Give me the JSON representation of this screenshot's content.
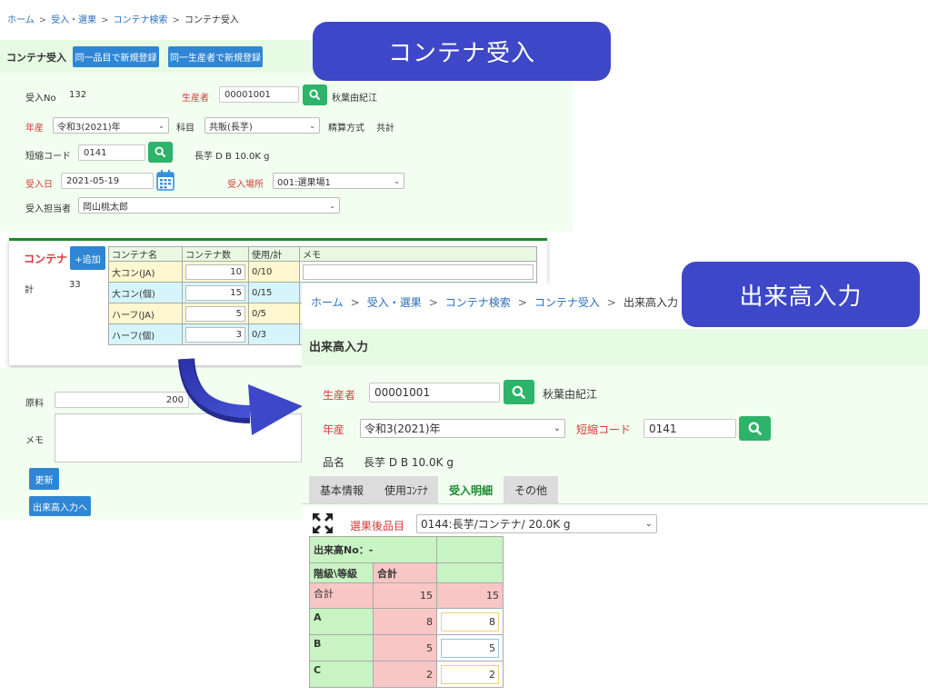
{
  "left": {
    "breadcrumb": [
      "ホーム",
      "受入・選果",
      "コンテナ検索",
      "コンテナ受入"
    ],
    "title": "コンテナ受入",
    "buttons": {
      "same_item": "同一品目で新規登録",
      "same_producer": "同一生産者で新規登録"
    },
    "form": {
      "receipt_no_label": "受入No",
      "receipt_no": "132",
      "producer_label": "生産者",
      "producer_code": "00001001",
      "producer_name": "秋葉由紀江",
      "year_label": "年産",
      "year_value": "令和3(2021)年",
      "subject_label": "科目",
      "subject_value": "共販(長芋)",
      "settle_label": "精算方式",
      "settle_value": "共計",
      "short_code_label": "短縮コード",
      "short_code": "0141",
      "product_name": "長芋 D B 10.0K g",
      "date_label": "受入日",
      "date_value": "2021-05-19",
      "place_label": "受入場所",
      "place_value": "001:選果場1",
      "staff_label": "受入担当者",
      "staff_value": "岡山桃太郎"
    },
    "container": {
      "title": "コンテナ",
      "add_label": "+追加",
      "total_label": "計",
      "total_value": "33",
      "headers": [
        "コンテナ名",
        "コンテナ数",
        "使用/計",
        "メモ"
      ],
      "rows": [
        {
          "name": "大コン(JA)",
          "count": "10",
          "usage": "0/10"
        },
        {
          "name": "大コン(個)",
          "count": "15",
          "usage": "0/15"
        },
        {
          "name": "ハーフ(JA)",
          "count": "5",
          "usage": "0/5"
        },
        {
          "name": "ハーフ(個)",
          "count": "3",
          "usage": "0/3"
        }
      ]
    },
    "lower": {
      "material_label": "原料",
      "material_value": "200",
      "memo_label": "メモ",
      "update_button": "更新",
      "goto_button": "出来高入力へ"
    }
  },
  "right": {
    "breadcrumb": [
      "ホーム",
      "受入・選果",
      "コンテナ検索",
      "コンテナ受入",
      "出来高入力"
    ],
    "title": "出来高入力",
    "form": {
      "producer_label": "生産者",
      "producer_code": "00001001",
      "producer_name": "秋葉由紀江",
      "year_label": "年産",
      "year_value": "令和3(2021)年",
      "short_code_label": "短縮コード",
      "short_code": "0141",
      "product_label": "品名",
      "product_name": "長芋 D B 10.0K g"
    },
    "tabs": [
      "基本情報",
      "使用ｺﾝﾃﾅ",
      "受入明細",
      "その他"
    ],
    "sorted_item_label": "選果後品目",
    "sorted_item_value": "0144:長芋/コンテナ/ 20.0K g",
    "grid": {
      "no_label": "出来高No：-",
      "header_grade": "階級\\等級",
      "header_total": "合計",
      "rows": [
        {
          "label": "合計",
          "total": "15",
          "value": "15"
        },
        {
          "label": "A",
          "total": "8",
          "value": "8"
        },
        {
          "label": "B",
          "total": "5",
          "value": "5"
        },
        {
          "label": "C",
          "total": "2",
          "value": "2"
        }
      ]
    }
  },
  "banners": {
    "container": "コンテナ受入",
    "output": "出来高入力"
  },
  "colors": {
    "banner": "#3d47c8",
    "accent_green": "#2db36a",
    "button_blue": "#2f86d4",
    "label_red": "#d63b3b"
  }
}
